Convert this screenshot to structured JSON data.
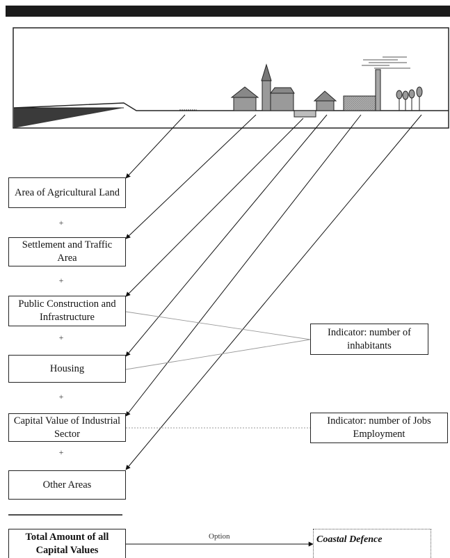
{
  "categories": [
    {
      "label": "Area of Agricultural Land"
    },
    {
      "label": "Settlement and Traffic Area"
    },
    {
      "label": "Public Construction and Infrastructure"
    },
    {
      "label": "Housing"
    },
    {
      "label": "Capital Value of Industrial Sector"
    },
    {
      "label": "Other Areas"
    }
  ],
  "plus_sign": "+",
  "indicators": {
    "inhabitants": "Indicator: number of inhabitants",
    "jobs": "Indicator: number of Jobs Employment"
  },
  "total_label": "Total Amount of all Capital Values",
  "option_label": "Option",
  "coastal_defence_label": "Coastal Defence",
  "colors": {
    "ink": "#222222",
    "dark_sea": "#3a3a3a",
    "house": "#9a9a9a",
    "pond": "#bdbdbd",
    "factory": "#a8a8a8"
  }
}
